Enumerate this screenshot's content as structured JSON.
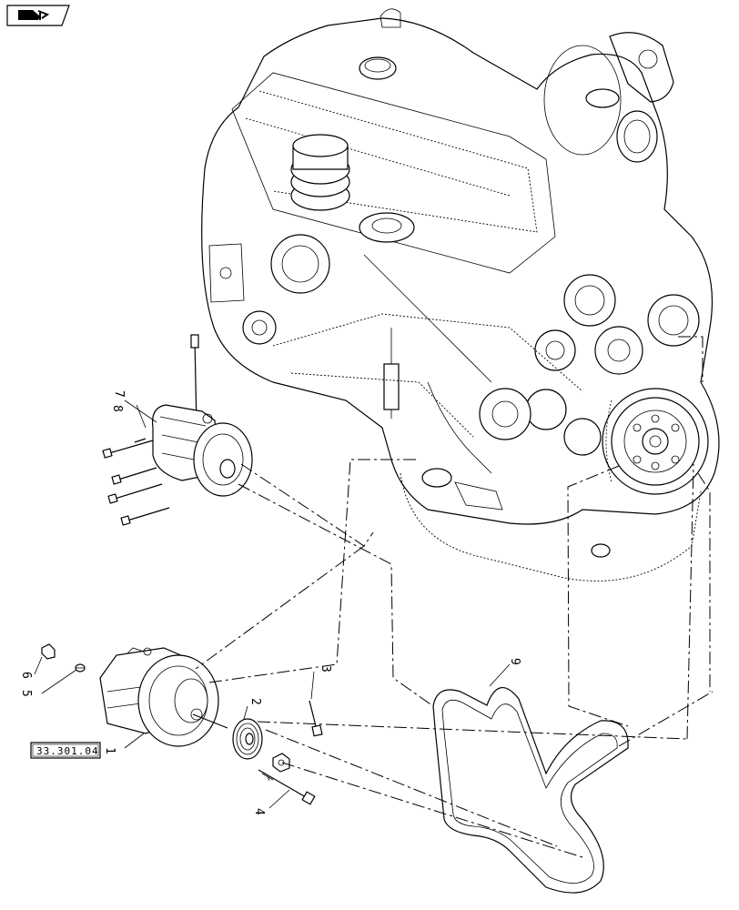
{
  "navigation": {
    "icon": "back-arrow-icon"
  },
  "reference": {
    "label": "33.301.04"
  },
  "callouts": {
    "c1": "1",
    "c2": "2",
    "c3": "3",
    "c4": "4",
    "c5": "5",
    "c6": "6",
    "c7": "7",
    "c8": "8",
    "c9": "9"
  }
}
